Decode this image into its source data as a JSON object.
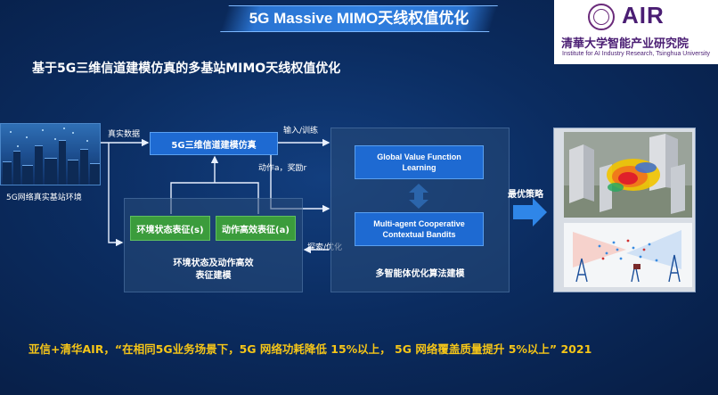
{
  "slide": {
    "title": "5G Massive MIMO天线权值优化",
    "subtitle": "基于5G三维信道建模仿真的多基站MIMO天线权值优化"
  },
  "logo": {
    "brand": "AIR",
    "cn_name": "清華大学智能产业研究院",
    "en_name": "Institute for AI Industry Research, Tsinghua University"
  },
  "diagram": {
    "env_label": "5G网络真实基站环境",
    "real_data_label": "真实数据",
    "sim_box": "5G三维信道建模仿真",
    "action_reward_label": "动作a，奖励r",
    "input_train_label": "输入/训练",
    "state_box": "环境状态表征(s)",
    "action_box": "动作高效表征(a)",
    "rep_panel_label_1": "环境状态及动作高效",
    "rep_panel_label_2": "表征建模",
    "explore_label": "探索/优化",
    "gvf_box_1": "Global Value Function",
    "gvf_box_2": "Learning",
    "macb_box_1": "Multi-agent Cooperative",
    "macb_box_2": "Contextual Bandits",
    "algo_panel_label": "多智能体优化算法建模",
    "best_policy_label": "最优策略"
  },
  "footer": {
    "quote": "亚信+清华AIR，“在相同5G业务场景下，5G 网络功耗降低 15%以上， 5G 网络覆盖质量提升 5%以上” 2021"
  },
  "colors": {
    "background": "#0b2c60",
    "box_blue": "#1e6ad2",
    "box_green": "#3b9c3c",
    "arrow_blue": "#2f86e8",
    "quote_yellow": "#f5c518",
    "logo_purple": "#4a1d73"
  }
}
